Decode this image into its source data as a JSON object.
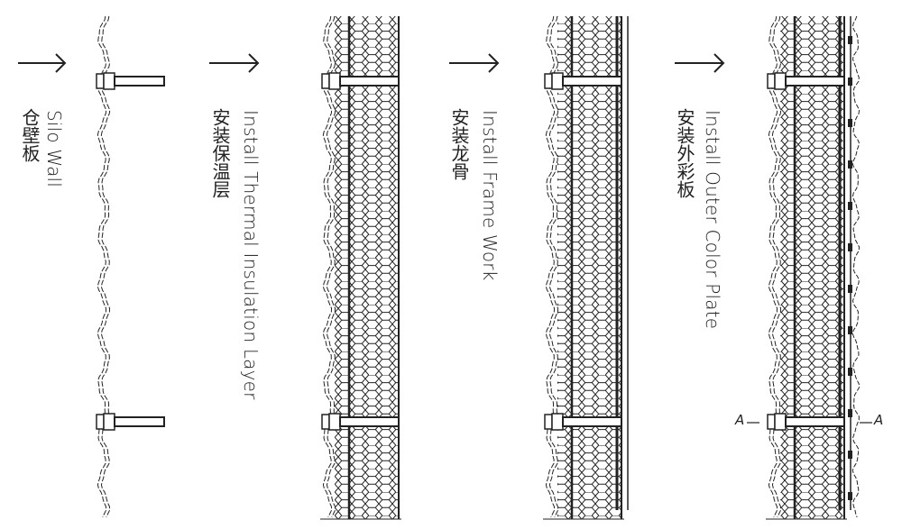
{
  "steps": [
    {
      "en": "Silo Wall",
      "zh": "仓壁板"
    },
    {
      "en": "Install Thermal Insulation Layer",
      "zh": "安装保温层"
    },
    {
      "en": "Install Frame Work",
      "zh": "安装龙骨"
    },
    {
      "en": "Install Outer Color Plate",
      "zh": "安装外彩板"
    }
  ],
  "section_marks": {
    "left": "A",
    "right": "A"
  },
  "colors": {
    "line": "#222222",
    "background": "#ffffff"
  }
}
